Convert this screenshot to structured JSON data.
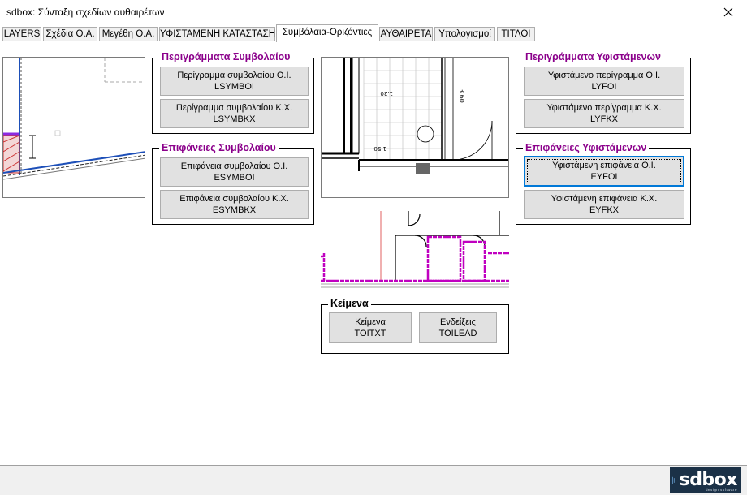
{
  "window": {
    "title": "sdbox: Σύνταξη σχεδίων αυθαιρέτων"
  },
  "tabs": [
    {
      "label": "LAYERS"
    },
    {
      "label": "Σχέδια Ο.Α."
    },
    {
      "label": "Μεγέθη Ο.Α."
    },
    {
      "label": "ΥΦΙΣΤΑΜΕΝΗ ΚΑΤΑΣΤΑΣΗ"
    },
    {
      "label": "Συμβόλαια-Οριζόντιες"
    },
    {
      "label": "ΑΥΘΑΙΡΕΤΑ"
    },
    {
      "label": "Υπολογισμοί"
    },
    {
      "label": "ΤΙΤΛΟΙ"
    }
  ],
  "groups": {
    "contract_outlines": {
      "title": "Περιγράμματα Συμβολαίου",
      "buttons": [
        {
          "line1": "Περίγραμμα συμβολαίου Ο.Ι.",
          "line2": "LSYMBOI"
        },
        {
          "line1": "Περίγραμμα συμβολαίου Κ.Χ.",
          "line2": "LSYMBKX"
        }
      ]
    },
    "contract_surfaces": {
      "title": "Επιφάνειες Συμβολαίου",
      "buttons": [
        {
          "line1": "Επιφάνεια συμβολαίου Ο.Ι.",
          "line2": "ESYMBOI"
        },
        {
          "line1": "Επιφάνεια συμβολαίου Κ.Χ.",
          "line2": "ESYMBKX"
        }
      ]
    },
    "existing_outlines": {
      "title": "Περιγράμματα Υφιστάμενων",
      "buttons": [
        {
          "line1": "Υφιστάμενο περίγραμμα Ο.Ι.",
          "line2": "LYFOI"
        },
        {
          "line1": "Υφιστάμενο περίγραμμα Κ.Χ.",
          "line2": "LYFKX"
        }
      ]
    },
    "existing_surfaces": {
      "title": "Επιφάνειες Υφιστάμενων",
      "buttons": [
        {
          "line1": "Υφιστάμενη επιφάνεια Ο.Ι.",
          "line2": "EYFOI"
        },
        {
          "line1": "Υφιστάμενη επιφάνεια Κ.Χ.",
          "line2": "EYFKX"
        }
      ]
    },
    "texts": {
      "title": "Κείμενα",
      "buttons": [
        {
          "line1": "Κείμενα",
          "line2": "TOITXT"
        },
        {
          "line1": "Ενδείξεις",
          "line2": "TOILEAD"
        }
      ]
    }
  },
  "previews": {
    "plan_dims": {
      "dim_a": "3.60",
      "dim_b": "1.20",
      "dim_c": "1.50"
    }
  },
  "logo": {
    "brand": "sdbox",
    "tagline": "design software"
  },
  "colors": {
    "accent_title": "#8b008b",
    "outline_magenta": "#c000c0",
    "focus_blue": "#0078d7"
  }
}
